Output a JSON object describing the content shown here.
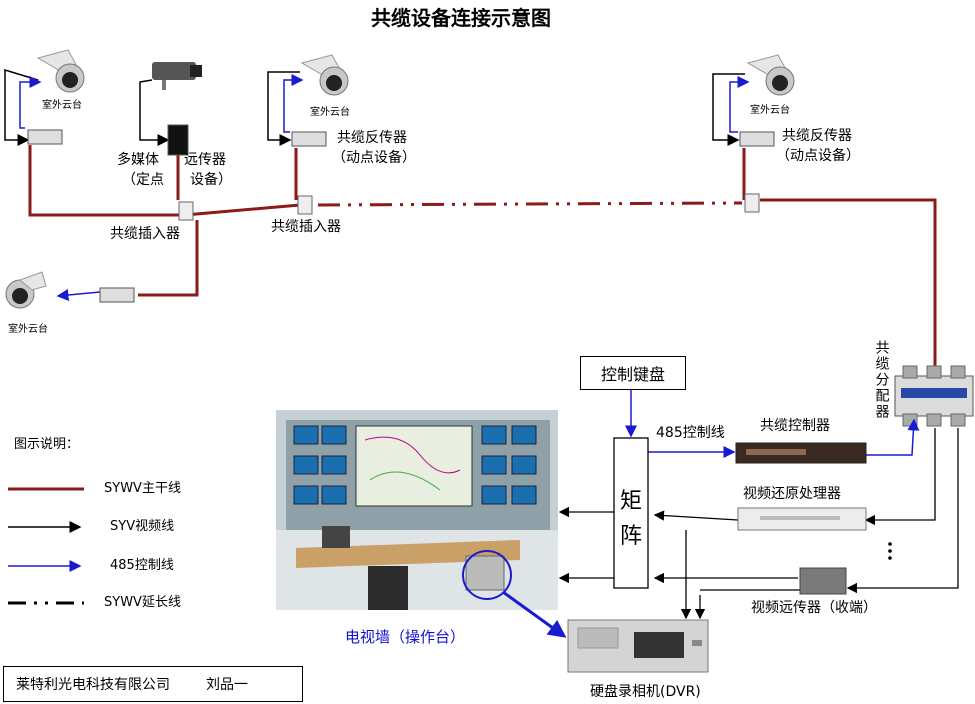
{
  "title": "共缆设备连接示意图",
  "cameras": {
    "outdoor_ptz_1": "室外云台",
    "outdoor_ptz_2": "室外云台",
    "outdoor_ptz_3": "室外云台",
    "outdoor_ptz_4": "室外云台"
  },
  "devices": {
    "multimedia": "多媒体",
    "fixed_point": "（定点",
    "remote_transmitter": "远传器",
    "remote_device": "设备）",
    "repeater_1": "共缆反传器",
    "repeater_1_sub": "（动点设备）",
    "repeater_2": "共缆反传器",
    "repeater_2_sub": "（动点设备）",
    "inserter_1": "共缆插入器",
    "inserter_2": "共缆插入器",
    "splitter": "共缆分配器",
    "keyboard": "控制键盘",
    "matrix": "矩阵",
    "control_485": "485控制线",
    "coax_controller": "共缆控制器",
    "video_restore": "视频还原处理器",
    "video_receiver": "视频远传器（收端）",
    "tv_wall": "电视墙（操作台）",
    "dvr": "硬盘录相机(DVR)"
  },
  "legend": {
    "title": "图示说明：",
    "items": [
      {
        "label": "SYWV主干线",
        "color": "#8b1a1a",
        "style": "solid"
      },
      {
        "label": "SYV视频线",
        "color": "#000000",
        "style": "arrow"
      },
      {
        "label": "485控制线",
        "color": "#1a1ad0",
        "style": "arrow"
      },
      {
        "label": "SYWV延长线",
        "color": "#000000",
        "style": "dashdot"
      }
    ]
  },
  "footer": {
    "company": "莱特利光电科技有限公司",
    "author": "刘品一"
  },
  "colors": {
    "trunk": "#8b1a1a",
    "video": "#000000",
    "control": "#1a1ad0"
  }
}
